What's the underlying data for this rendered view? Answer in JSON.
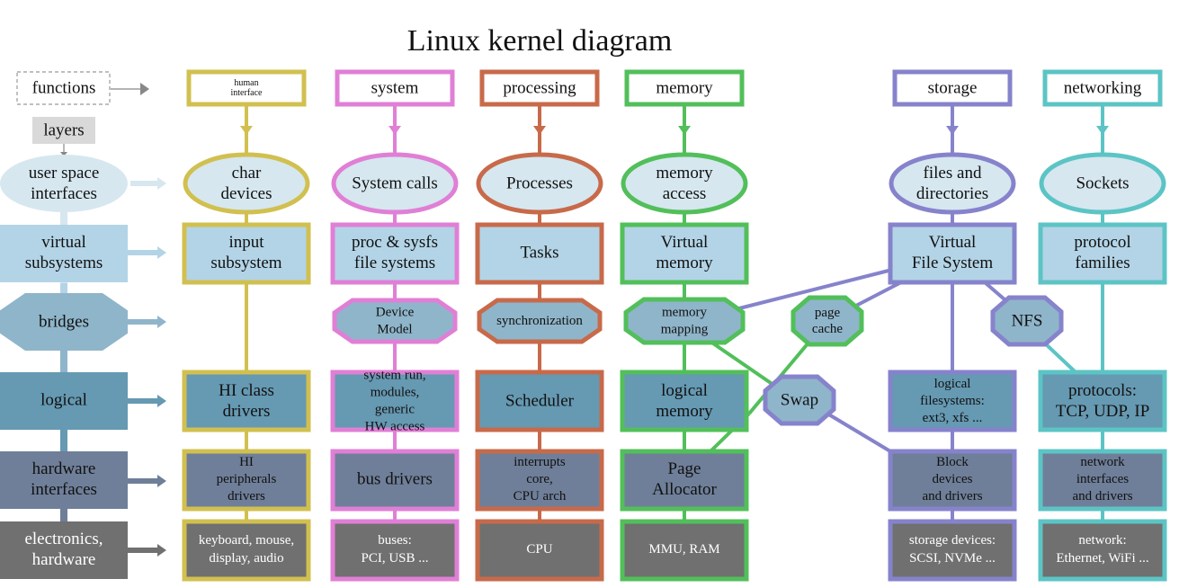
{
  "title": "Linux kernel diagram",
  "legend": {
    "functions": "functions",
    "layers": "layers"
  },
  "layers": [
    {
      "id": "user",
      "lines": [
        "user space",
        "interfaces"
      ],
      "color": "#d6e7ef"
    },
    {
      "id": "virtual",
      "lines": [
        "virtual",
        "subsystems"
      ],
      "color": "#b3d4e6"
    },
    {
      "id": "bridges",
      "lines": [
        "bridges"
      ],
      "color": "#8fb5ca"
    },
    {
      "id": "logical",
      "lines": [
        "logical"
      ],
      "color": "#6699b2"
    },
    {
      "id": "hwif",
      "lines": [
        "hardware",
        "interfaces"
      ],
      "color": "#6f7f99"
    },
    {
      "id": "electronics",
      "lines": [
        "electronics,",
        "hardware"
      ],
      "color": "#707070"
    }
  ],
  "columns": [
    {
      "id": "human-interface",
      "function": [
        "human",
        "interface"
      ],
      "color": "#d1c050",
      "user": [
        "char",
        "devices"
      ],
      "virtual": [
        "input",
        "subsystem"
      ],
      "bridge": null,
      "logical": [
        "HI class",
        "drivers"
      ],
      "hwif": [
        "HI",
        "peripherals",
        "drivers"
      ],
      "electronics": [
        "keyboard, mouse,",
        "display, audio"
      ]
    },
    {
      "id": "system",
      "function": [
        "system"
      ],
      "color": "#e07fd6",
      "user": [
        "System calls"
      ],
      "virtual": [
        "proc & sysfs",
        "file systems"
      ],
      "bridge": [
        "Device",
        "Model"
      ],
      "logical": [
        "system run,",
        "modules,",
        "generic",
        "HW access"
      ],
      "hwif": [
        "bus drivers"
      ],
      "electronics": [
        "buses:",
        "PCI, USB ..."
      ]
    },
    {
      "id": "processing",
      "function": [
        "processing"
      ],
      "color": "#c86a4a",
      "user": [
        "Processes"
      ],
      "virtual": [
        "Tasks"
      ],
      "bridge": [
        "synchronization"
      ],
      "logical": [
        "Scheduler"
      ],
      "hwif": [
        "interrupts",
        "core,",
        "CPU arch"
      ],
      "electronics": [
        "CPU"
      ]
    },
    {
      "id": "memory",
      "function": [
        "memory"
      ],
      "color": "#52bf5a",
      "user": [
        "memory",
        "access"
      ],
      "virtual": [
        "Virtual",
        "memory"
      ],
      "bridge": [
        "memory",
        "mapping"
      ],
      "logical": [
        "logical",
        "memory"
      ],
      "hwif": [
        "Page",
        "Allocator"
      ],
      "electronics": [
        "MMU, RAM"
      ]
    },
    {
      "id": "storage",
      "function": [
        "storage"
      ],
      "color": "#8683cc",
      "user": [
        "files and",
        "directories"
      ],
      "virtual": [
        "Virtual",
        "File System"
      ],
      "bridge": null,
      "logical": [
        "logical",
        "filesystems:",
        "ext3, xfs ..."
      ],
      "hwif": [
        "Block",
        "devices",
        "and drivers"
      ],
      "electronics": [
        "storage devices:",
        "SCSI, NVMe ..."
      ]
    },
    {
      "id": "networking",
      "function": [
        "networking"
      ],
      "color": "#5cc4c4",
      "user": [
        "Sockets"
      ],
      "virtual": [
        "protocol",
        "families"
      ],
      "bridge": null,
      "logical": [
        "protocols:",
        "TCP, UDP, IP"
      ],
      "hwif": [
        "network",
        "interfaces",
        "and drivers"
      ],
      "electronics": [
        "network:",
        "Ethernet, WiFi ..."
      ]
    }
  ],
  "extra_nodes": [
    {
      "id": "page-cache",
      "lines": [
        "page",
        "cache"
      ],
      "color": "#52bf5a"
    },
    {
      "id": "swap",
      "lines": [
        "Swap"
      ],
      "color": "#8683cc"
    },
    {
      "id": "nfs",
      "lines": [
        "NFS"
      ],
      "color": "#8683cc"
    }
  ]
}
